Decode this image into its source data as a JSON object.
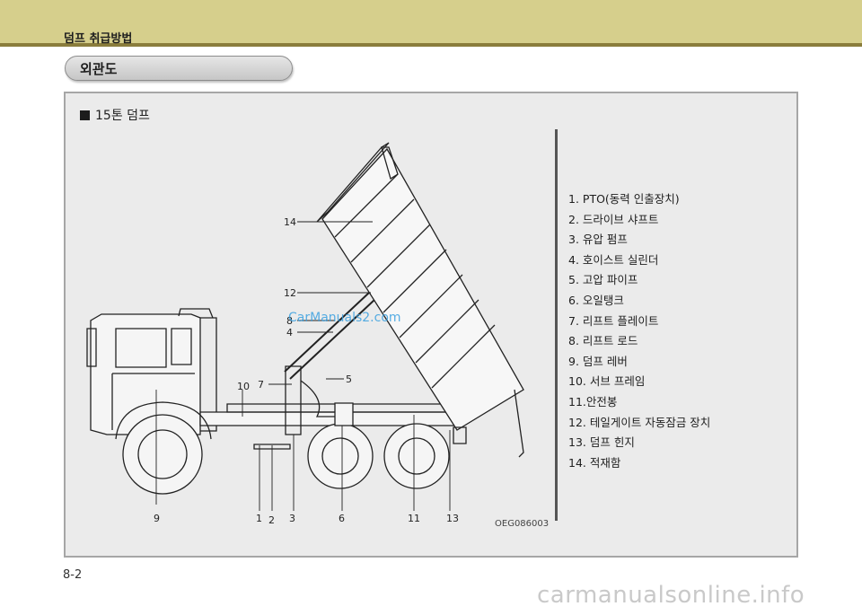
{
  "header": {
    "title": "덤프 취급방법"
  },
  "section": {
    "title": "외관도"
  },
  "figure": {
    "subtitle": "15톤 덤프",
    "code": "OEG086003",
    "watermark": "CarManuals2.com",
    "callouts": [
      "1",
      "2",
      "3",
      "4",
      "5",
      "6",
      "7",
      "8",
      "9",
      "10",
      "11",
      "12",
      "13",
      "14"
    ],
    "legend": [
      "1. PTO(동력 인출장치)",
      "2. 드라이브 샤프트",
      "3. 유압 펌프",
      "4. 호이스트 실린더",
      "5. 고압 파이프",
      "6. 오일탱크",
      "7. 리프트 플레이트",
      "8. 리프트 로드",
      "9. 덤프 레버",
      "10. 서브 프레임",
      "11.안전봉",
      "12. 테일게이트 자동잠금 장치",
      "13. 덤프 힌지",
      "14. 적재함"
    ]
  },
  "footer": {
    "page_number": "8-2",
    "site": "carmanualsonline.info"
  }
}
